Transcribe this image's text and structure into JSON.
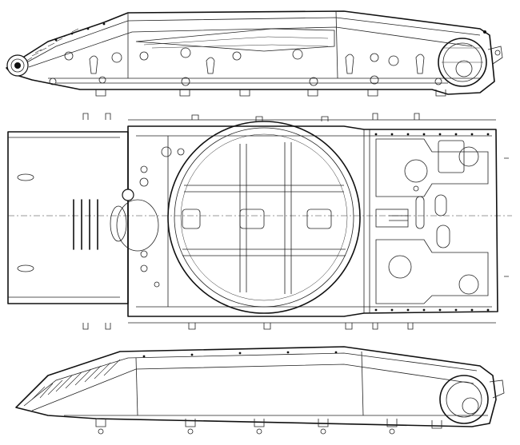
{
  "figure": {
    "views": [
      "side-view-top",
      "plan-view",
      "side-view-bottom"
    ],
    "line_color": "#111111",
    "background": "#ffffff"
  }
}
